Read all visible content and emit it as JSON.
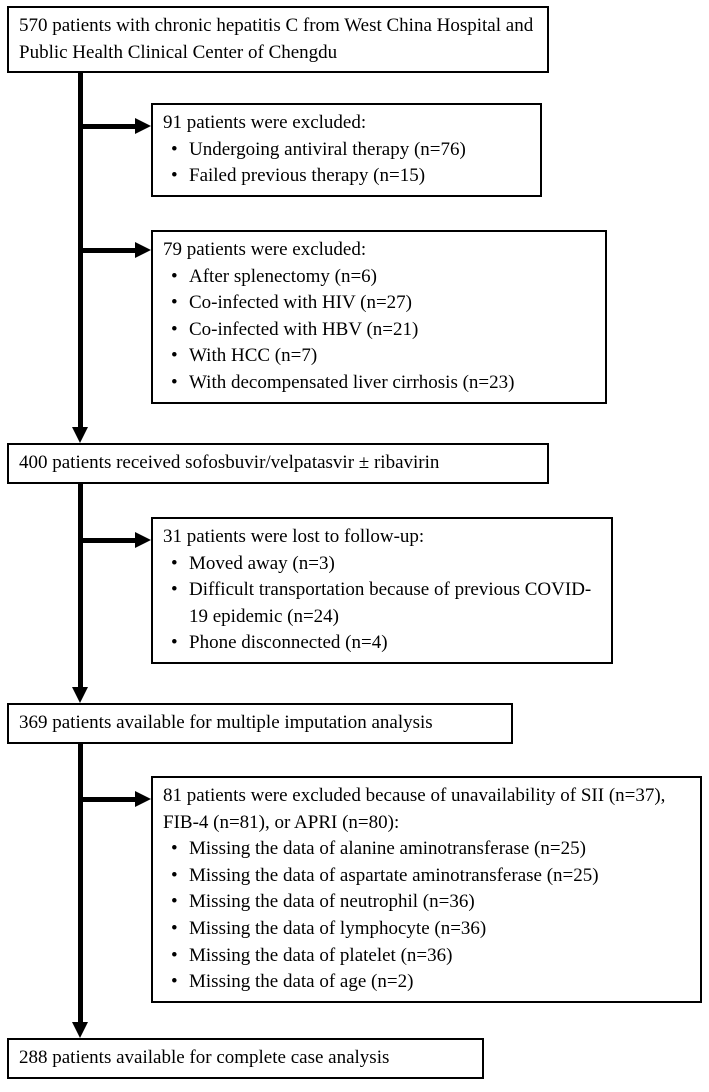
{
  "diagram": {
    "box_initial": "570 patients with chronic hepatitis C from West China Hospital and Public Health Clinical Center of Chengdu",
    "excluded_91": {
      "title": "91 patients were excluded:",
      "items": [
        "Undergoing antiviral therapy (n=76)",
        "Failed previous therapy (n=15)"
      ]
    },
    "excluded_79": {
      "title": "79 patients were excluded:",
      "items": [
        "After splenectomy (n=6)",
        "Co-infected with HIV (n=27)",
        "Co-infected with HBV (n=21)",
        "With HCC (n=7)",
        "With decompensated liver cirrhosis (n=23)"
      ]
    },
    "box_treated": "400 patients received sofosbuvir/velpatasvir ± ribavirin",
    "lost_31": {
      "title": "31 patients were lost to follow-up:",
      "items": [
        "Moved away (n=3)",
        "Difficult transportation because of previous COVID-19 epidemic (n=24)",
        "Phone disconnected (n=4)"
      ]
    },
    "box_imputation": "369 patients available for multiple imputation analysis",
    "excluded_81": {
      "title": "81 patients were excluded because of unavailability of SII (n=37), FIB-4 (n=81),  or APRI  (n=80):",
      "items": [
        "Missing the data of alanine aminotransferase (n=25)",
        "Missing the data of aspartate aminotransferase (n=25)",
        "Missing the data of neutrophil (n=36)",
        "Missing the data of lymphocyte (n=36)",
        "Missing the data of platelet (n=36)",
        "Missing the data of age (n=2)"
      ]
    },
    "box_complete": "288 patients available for complete case analysis"
  }
}
